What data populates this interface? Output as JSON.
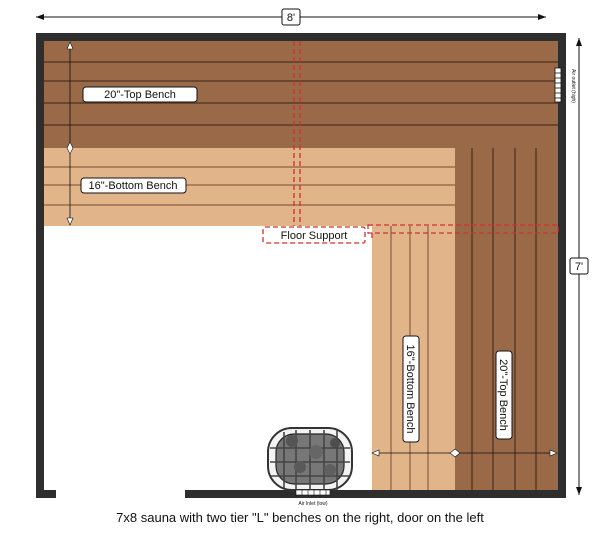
{
  "dimensions": {
    "width": "8'",
    "height": "7'"
  },
  "benches": {
    "top_horizontal": "20\"-Top Bench",
    "bottom_horizontal": "16\"-Bottom Bench",
    "bottom_vertical": "16\"-Bottom Bench",
    "top_vertical": "20\"-Top Bench"
  },
  "floor_support": "Floor Support",
  "air_outlet": "Air outlet (high)",
  "air_inlet": "Air Inlet (low)",
  "caption": "7x8 sauna with two tier \"L\" benches on the right, door on the left",
  "colors": {
    "top_bench": "#9a6a48",
    "bottom_bench": "#e2b48a",
    "wall": "#2e2e2e",
    "support": "#d03030"
  }
}
